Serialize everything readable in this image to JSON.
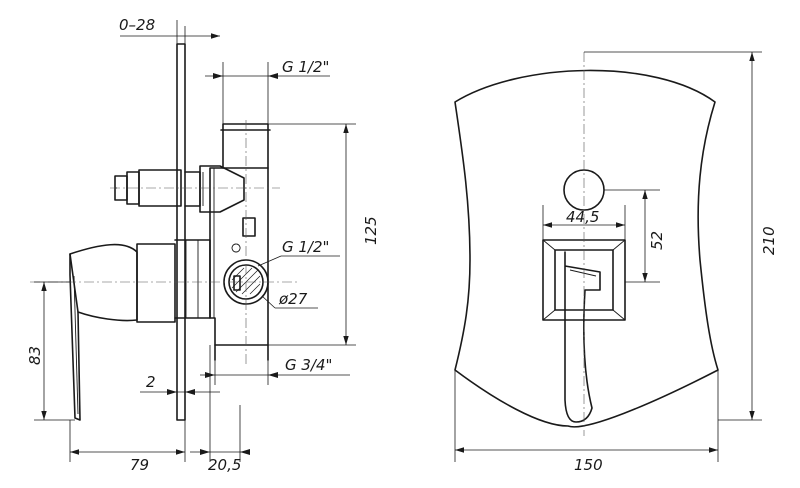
{
  "drawing": {
    "views": [
      "side-view",
      "front-view"
    ],
    "side_view": {
      "wall_range": "0–28",
      "top_thread": "G 1/2\"",
      "side_thread": "G 1/2\"",
      "bottom_thread": "G 3/4\"",
      "port_diameter": "ø27",
      "body_height": "125",
      "plate_thickness": "2",
      "handle_height": "83",
      "handle_projection": "79",
      "body_offset": "20,5"
    },
    "front_view": {
      "width": "150",
      "height": "210",
      "escutcheon_width": "44,5",
      "knob_offset": "52"
    }
  }
}
